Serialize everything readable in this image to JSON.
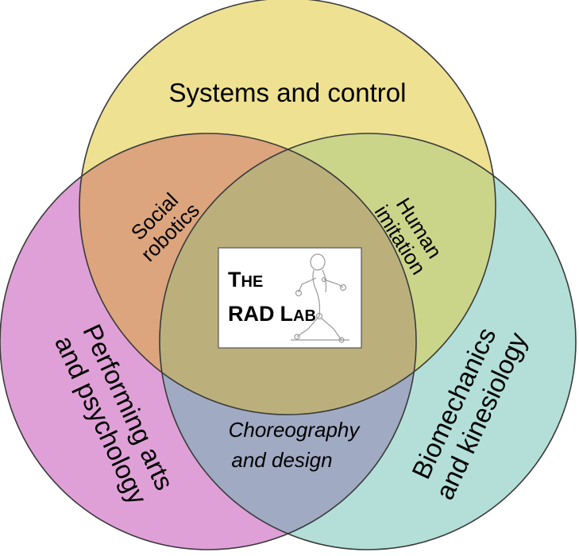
{
  "circles": {
    "top": {
      "label": "Systems and control",
      "color": "#eee191"
    },
    "left": {
      "label_line1": "Performing arts",
      "label_line2": "and psychology",
      "color": "#dfa0d7"
    },
    "right": {
      "label_line1": "Biomechanics",
      "label_line2": "and kinesiology",
      "color": "#b3dfd8"
    }
  },
  "overlaps": {
    "top_left": {
      "line1": "Social",
      "line2": "robotics",
      "color": "#dca57e"
    },
    "top_right": {
      "line1": "Human",
      "line2": "imitation",
      "color": "#cbd58a"
    },
    "left_right": {
      "line1": "Choreography",
      "line2": "and design",
      "color": "#a0aac3"
    },
    "center_color": "#bbb07c"
  },
  "logo": {
    "the_big": "T",
    "the_small": "HE",
    "rad": "RAD",
    "lab_big": "L",
    "lab_small": "AB"
  }
}
